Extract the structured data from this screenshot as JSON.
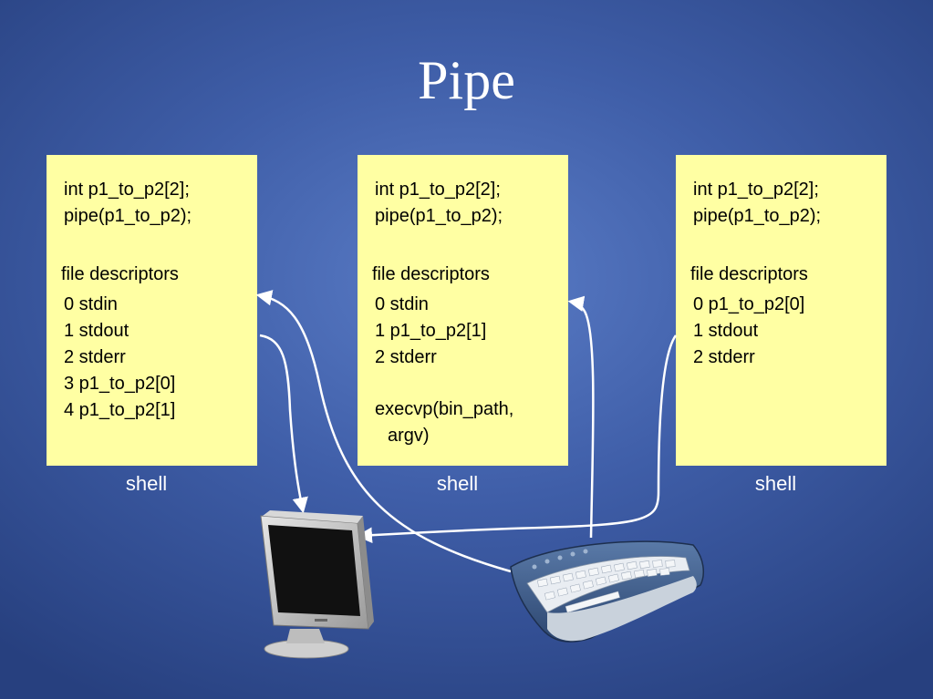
{
  "title": "Pipe",
  "processes": [
    {
      "code": [
        "int p1_to_p2[2];",
        "pipe(p1_to_p2);"
      ],
      "fd_title": "file descriptors",
      "fds": [
        "0 stdin",
        "1 stdout",
        "2 stderr",
        "3 p1_to_p2[0]",
        "4 p1_to_p2[1]"
      ],
      "extra": [],
      "label": "shell"
    },
    {
      "code": [
        "int p1_to_p2[2];",
        "pipe(p1_to_p2);"
      ],
      "fd_title": "file descriptors",
      "fds": [
        "0 stdin",
        "1 p1_to_p2[1]",
        "2 stderr"
      ],
      "extra": [
        "execvp(bin_path,",
        "argv)"
      ],
      "label": "shell"
    },
    {
      "code": [
        "int p1_to_p2[2];",
        "pipe(p1_to_p2);"
      ],
      "fd_title": "file descriptors",
      "fds": [
        "0 p1_to_p2[0]",
        "1 stdout",
        "2 stderr"
      ],
      "extra": [],
      "label": "shell"
    }
  ],
  "colors": {
    "background": "#3f5ea8",
    "box_fill": "#ffffa3",
    "arrow": "#ffffff"
  },
  "icons": [
    "monitor-icon",
    "keyboard-icon"
  ]
}
